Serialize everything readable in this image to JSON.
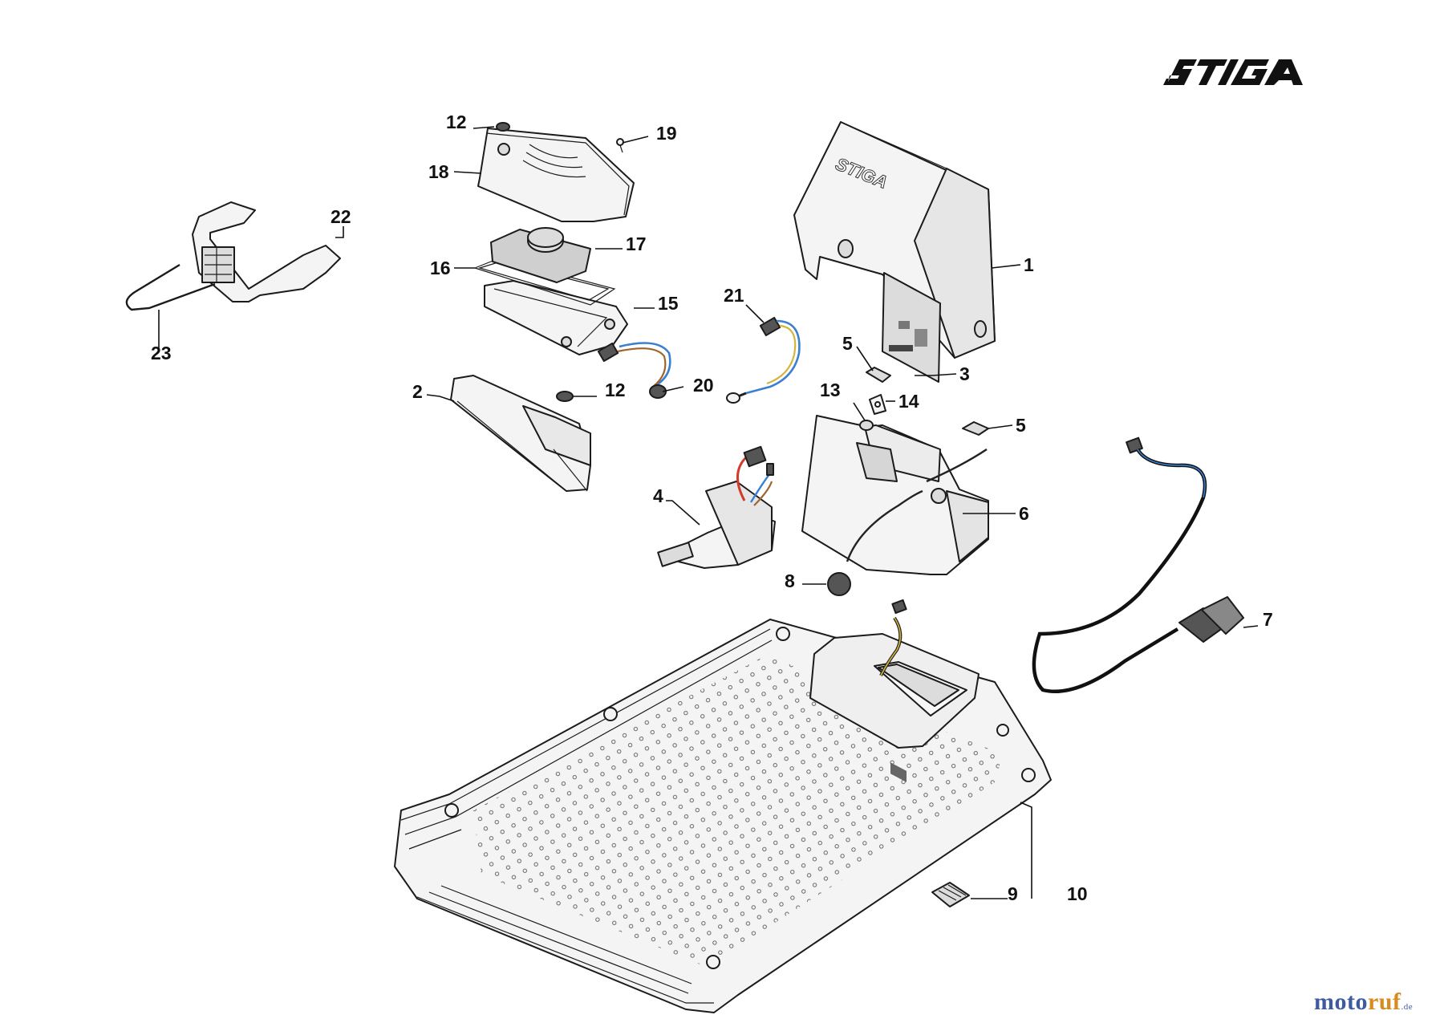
{
  "brand": {
    "logo_text": "STIGA",
    "accent": "#111111"
  },
  "watermark": {
    "part1": "moto",
    "part2": "ruf",
    "part3": ".de",
    "colors": [
      "#3d5aa3",
      "#d98b1f"
    ]
  },
  "callouts": [
    {
      "id": "c1",
      "text": "1"
    },
    {
      "id": "c2",
      "text": "2"
    },
    {
      "id": "c3",
      "text": "3"
    },
    {
      "id": "c4",
      "text": "4"
    },
    {
      "id": "c5a",
      "text": "5"
    },
    {
      "id": "c5b",
      "text": "5"
    },
    {
      "id": "c6",
      "text": "6"
    },
    {
      "id": "c7",
      "text": "7"
    },
    {
      "id": "c8",
      "text": "8"
    },
    {
      "id": "c9",
      "text": "9"
    },
    {
      "id": "c10",
      "text": "10"
    },
    {
      "id": "c12a",
      "text": "12"
    },
    {
      "id": "c12b",
      "text": "12"
    },
    {
      "id": "c13",
      "text": "13"
    },
    {
      "id": "c14",
      "text": "14"
    },
    {
      "id": "c15",
      "text": "15"
    },
    {
      "id": "c16",
      "text": "16"
    },
    {
      "id": "c17",
      "text": "17"
    },
    {
      "id": "c18",
      "text": "18"
    },
    {
      "id": "c19",
      "text": "19"
    },
    {
      "id": "c20",
      "text": "20"
    },
    {
      "id": "c21",
      "text": "21"
    },
    {
      "id": "c22",
      "text": "22"
    },
    {
      "id": "c23",
      "text": "23"
    }
  ],
  "cable_colors": {
    "blue": "#3a7fd0",
    "brown": "#a0652c",
    "red": "#d23a2a",
    "yellow": "#d6b43a"
  }
}
